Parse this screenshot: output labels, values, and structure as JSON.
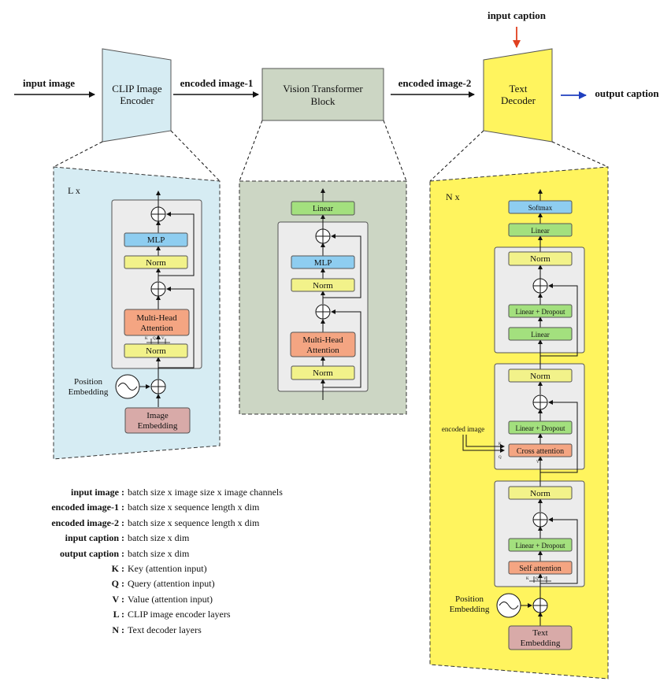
{
  "top": {
    "input_image": "input image",
    "clip_line1": "CLIP Image",
    "clip_line2": "Encoder",
    "encoded_image_1": "encoded image-1",
    "vit_line1": "Vision Transformer",
    "vit_line2": "Block",
    "encoded_image_2": "encoded image-2",
    "input_caption": "input caption",
    "decoder_line1": "Text",
    "decoder_line2": "Decoder",
    "output_caption": "output caption"
  },
  "encoder": {
    "repeat": "L x",
    "mlp": "MLP",
    "norm": "Norm",
    "mha_line1": "Multi-Head",
    "mha_line2": "Attention",
    "kqv": [
      "K",
      "Q",
      "V"
    ],
    "pos_line1": "Position",
    "pos_line2": "Embedding",
    "img_line1": "Image",
    "img_line2": "Embedding"
  },
  "vit": {
    "linear": "Linear",
    "mlp": "MLP",
    "norm": "Norm",
    "mha_line1": "Multi-Head",
    "mha_line2": "Attention"
  },
  "decoder": {
    "repeat": "N x",
    "softmax": "Softmax",
    "linear": "Linear",
    "norm": "Norm",
    "linear_dropout": "Linear + Dropout",
    "cross_attention": "Cross attention",
    "self_attention": "Self attention",
    "encoded_image": "encoded image",
    "kqv": [
      "K",
      "Q",
      "V"
    ],
    "pos_line1": "Position",
    "pos_line2": "Embedding",
    "text_line1": "Text",
    "text_line2": "Embedding"
  },
  "legend": [
    {
      "key": "input image :",
      "desc": "batch size x image size x image channels"
    },
    {
      "key": "encoded image-1 :",
      "desc": "batch size x sequence length x dim"
    },
    {
      "key": "encoded image-2 :",
      "desc": "batch size x sequence length x dim"
    },
    {
      "key": "input caption :",
      "desc": "batch size x dim"
    },
    {
      "key": "output caption :",
      "desc": "batch size x dim"
    },
    {
      "key": "K :",
      "desc": "Key (attention input)"
    },
    {
      "key": "Q :",
      "desc": "Query (attention input)"
    },
    {
      "key": "V :",
      "desc": "Value (attention input)"
    },
    {
      "key": "L :",
      "desc": "CLIP image encoder layers"
    },
    {
      "key": "N :",
      "desc": "Text decoder layers"
    }
  ],
  "colors": {
    "clip_fill": "#d6ecf3",
    "vit_fill": "#ccd6c4",
    "decoder_fill": "#fff45e",
    "norm": "#f2f28a",
    "mlp": "#8ecdf0",
    "attention": "#f4a582",
    "linear": "#a3e07e",
    "embedding": "#d8aaa8",
    "block_bg": "#ececec",
    "arrow_red": "#e04020",
    "arrow_blue": "#1f3fbf"
  }
}
